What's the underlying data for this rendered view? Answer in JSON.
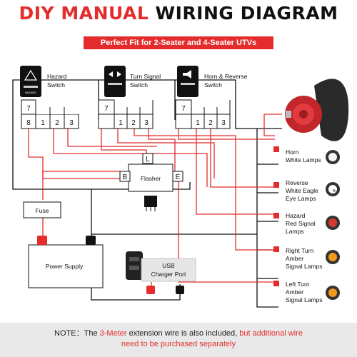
{
  "header": {
    "title_red": "DIY MANUAL",
    "title_black": "WIRING DIAGRAM",
    "subtitle": "Perfect Fit for 2-Seater and 4-Seater UTVs"
  },
  "switches": {
    "hazard": {
      "line1": "Hazard",
      "line2": "Switch",
      "pins": [
        "7",
        "8",
        "1",
        "2",
        "3"
      ]
    },
    "turn": {
      "line1": "Turn Signal",
      "line2": "Switch",
      "pins": [
        "7",
        "1",
        "2",
        "3"
      ]
    },
    "horn": {
      "line1": "Horn & Reverse",
      "line2": "Switch",
      "pins": [
        "7",
        "1",
        "2",
        "3"
      ]
    }
  },
  "flasher": {
    "label": "Flasher",
    "pin_l": "L",
    "pin_b": "B",
    "pin_e": "E"
  },
  "fuse": {
    "label": "Fuse"
  },
  "power_supply": {
    "label": "Power Supply"
  },
  "usb": {
    "line1": "USB",
    "line2": "Charger Port"
  },
  "lamps": [
    {
      "lines": [
        "Horn",
        "White Lamps"
      ]
    },
    {
      "lines": [
        "Reverse",
        "White Eagle",
        "Eye Lamps"
      ]
    },
    {
      "lines": [
        "Hazard",
        "Red Signal",
        "Lamps"
      ]
    },
    {
      "lines": [
        "Right Turn",
        "Amber",
        "Signal Lamps"
      ]
    },
    {
      "lines": [
        "Left Turn",
        "Amber",
        "Signal Lamps"
      ]
    }
  ],
  "note": {
    "prefix": "NOTE：The ",
    "hl1": "3-Meter",
    "mid": " extension wire is also included, ",
    "hl2": "but additional wire",
    "line2": "need to be purchased separately"
  },
  "colors": {
    "accent": "#e42c2c",
    "wire_black": "#111111",
    "wire_red": "#e42c2c"
  }
}
